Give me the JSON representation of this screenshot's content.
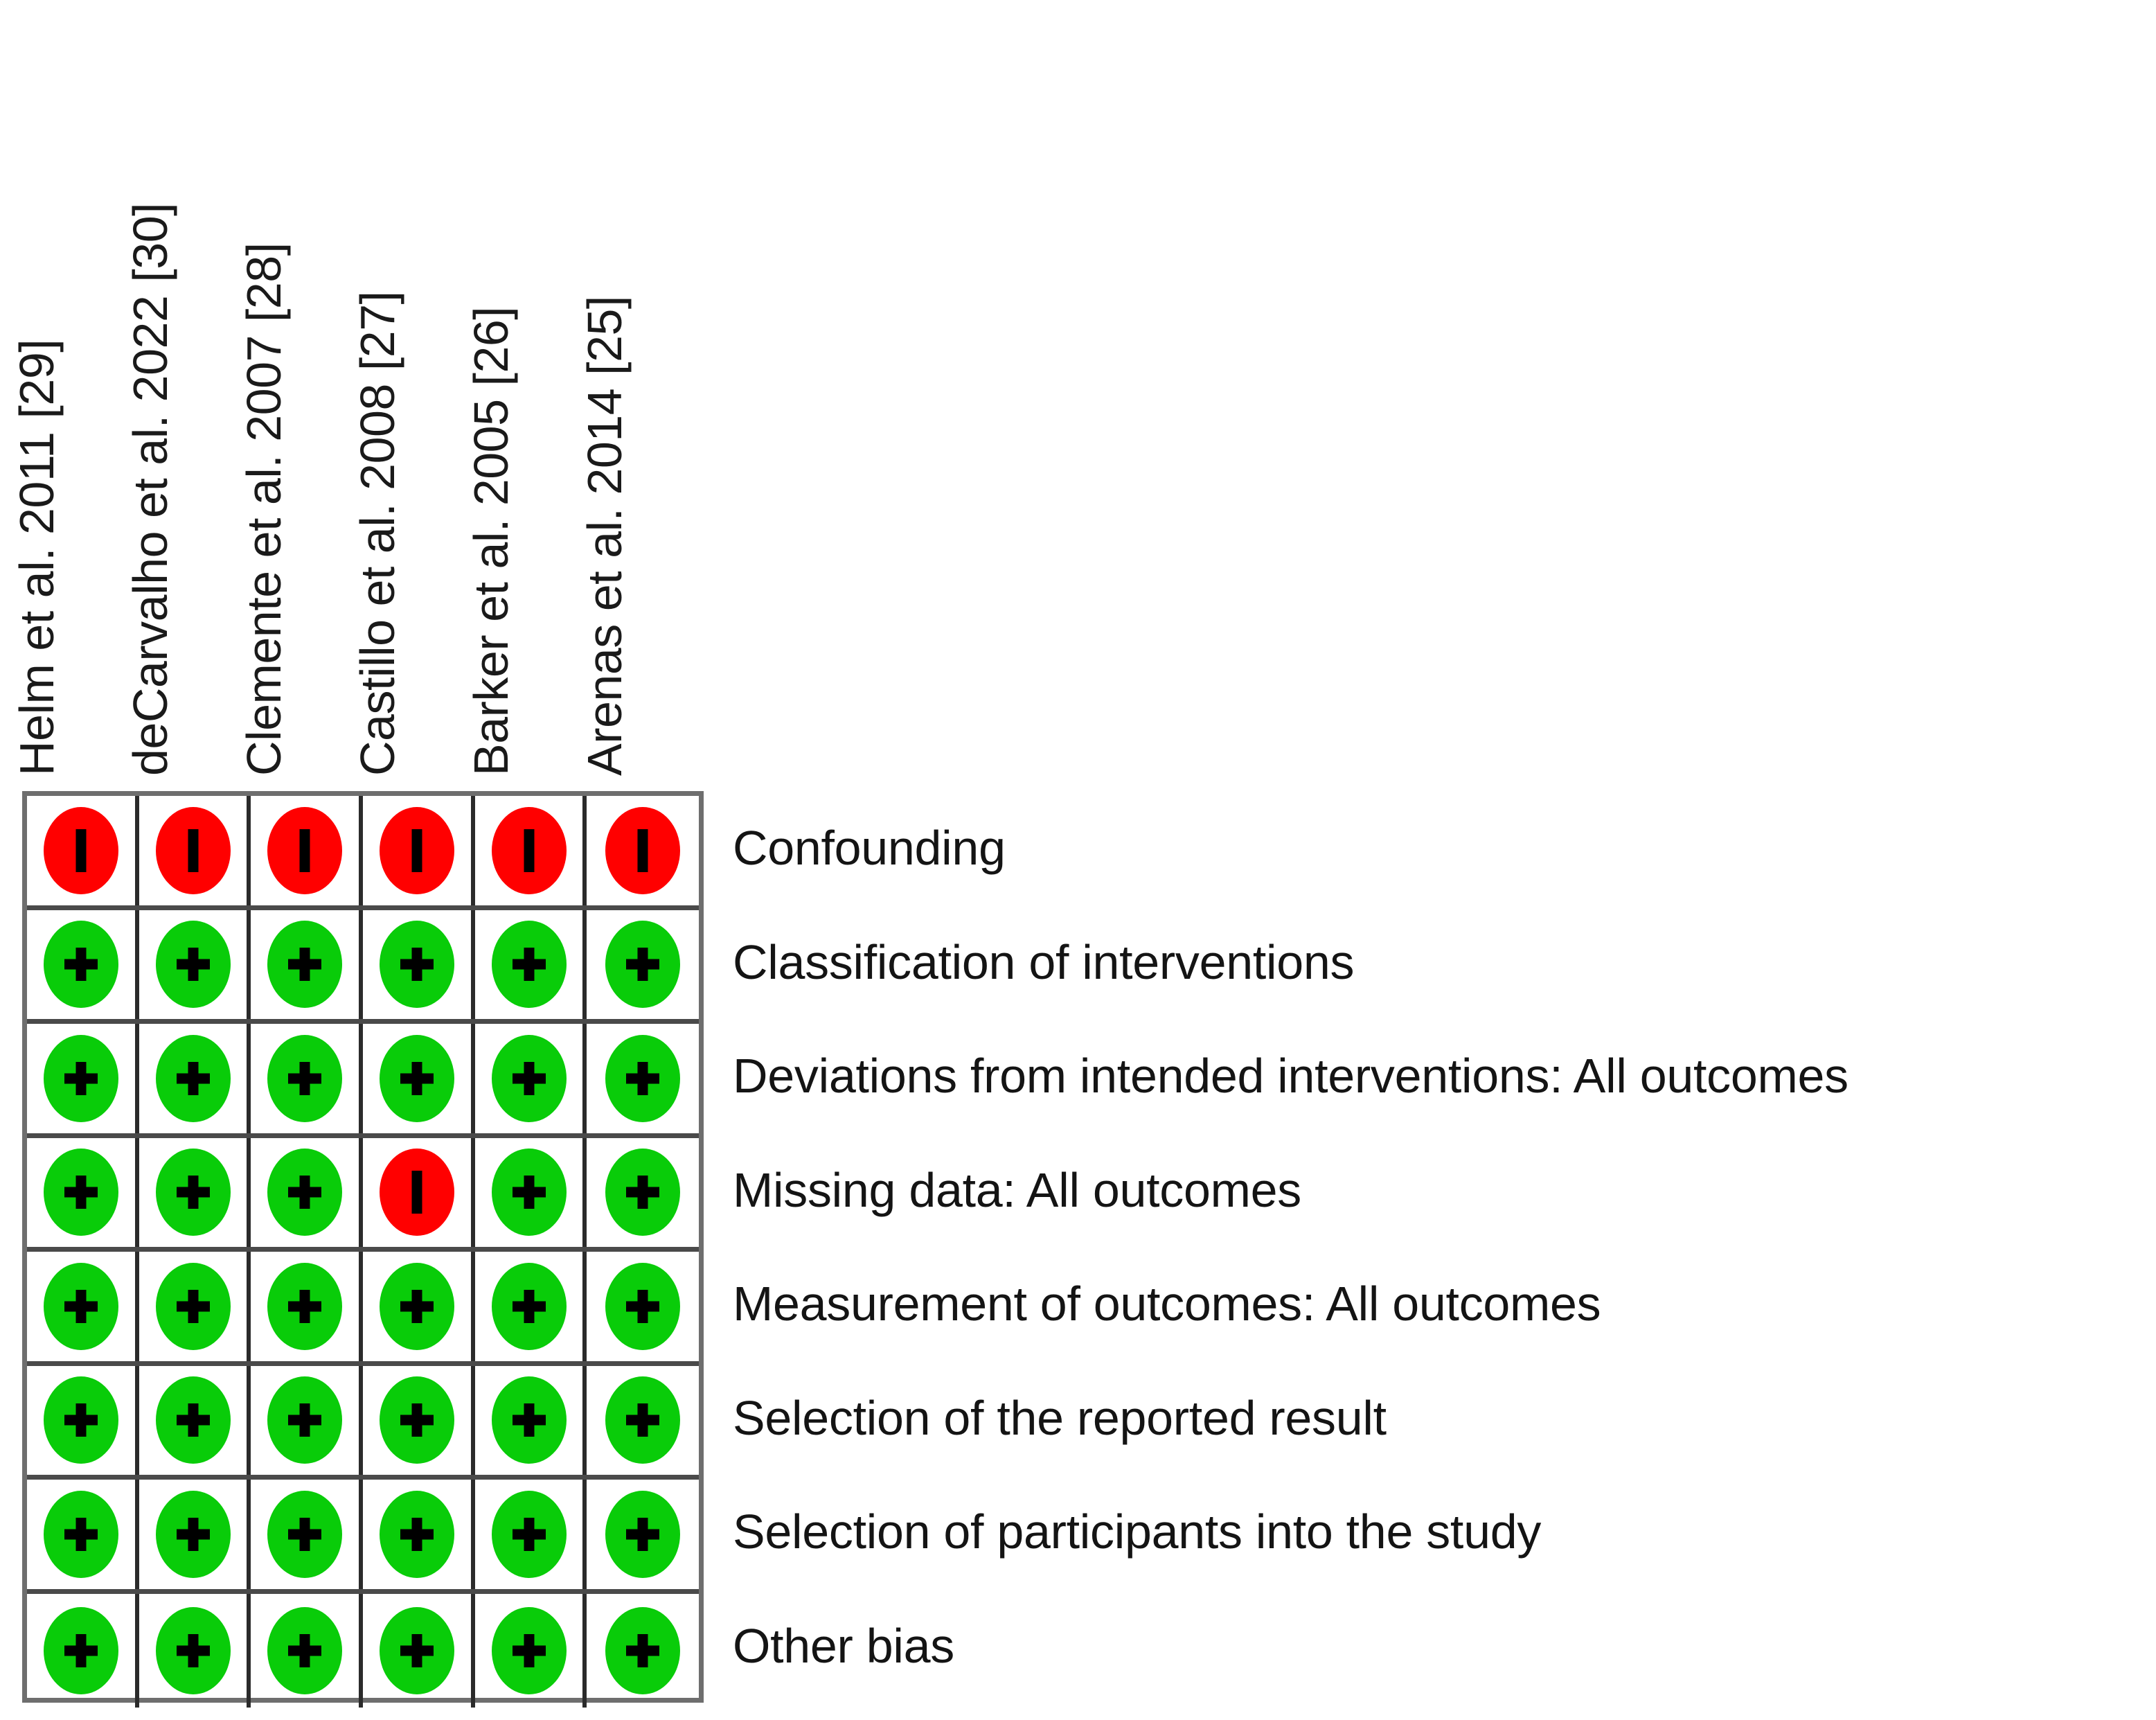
{
  "figure": {
    "type": "risk-of-bias-summary",
    "colors": {
      "low_risk": "#09CC09",
      "serious_risk": "#FF0000",
      "grid_border": "#6E6E6E",
      "grid_line": "#2B2B2B",
      "text": "#141414"
    },
    "legend_glyphs": {
      "low_risk": "+",
      "serious_risk": "-"
    }
  },
  "studies": [
    {
      "label": "Helm et al. 2011 [29]"
    },
    {
      "label": "deCarvalho et al. 2022 [30]"
    },
    {
      "label": "Clemente et al. 2007 [28]"
    },
    {
      "label": "Castillo et al. 2008 [27]"
    },
    {
      "label": "Barker et al. 2005 [26]"
    },
    {
      "label": "Arenas et al. 2014 [25]"
    }
  ],
  "domains": [
    {
      "label": "Confounding"
    },
    {
      "label": "Classification of interventions"
    },
    {
      "label": "Deviations from intended interventions: All outcomes"
    },
    {
      "label": "Missing data: All outcomes"
    },
    {
      "label": "Measurement of outcomes: All outcomes"
    },
    {
      "label": "Selection of the reported result"
    },
    {
      "label": "Selection of participants into the study"
    },
    {
      "label": "Other bias"
    }
  ],
  "chart_data": {
    "type": "heatmap",
    "title": "",
    "xlabel": "",
    "ylabel": "",
    "categories": [
      "Helm et al. 2011 [29]",
      "deCarvalho et al. 2022 [30]",
      "Clemente et al. 2007 [28]",
      "Castillo et al. 2008 [27]",
      "Barker et al. 2005 [26]",
      "Arenas et al. 2014 [25]"
    ],
    "rows": [
      "Confounding",
      "Classification of interventions",
      "Deviations from intended interventions: All outcomes",
      "Missing data: All outcomes",
      "Measurement of outcomes: All outcomes",
      "Selection of the reported result",
      "Selection of participants into the study",
      "Other bias"
    ],
    "values": [
      [
        "high",
        "high",
        "high",
        "high",
        "high",
        "high"
      ],
      [
        "low",
        "low",
        "low",
        "low",
        "low",
        "low"
      ],
      [
        "low",
        "low",
        "low",
        "low",
        "low",
        "low"
      ],
      [
        "low",
        "low",
        "low",
        "high",
        "low",
        "low"
      ],
      [
        "low",
        "low",
        "low",
        "low",
        "low",
        "low"
      ],
      [
        "low",
        "low",
        "low",
        "low",
        "low",
        "low"
      ],
      [
        "low",
        "low",
        "low",
        "low",
        "low",
        "low"
      ],
      [
        "low",
        "low",
        "low",
        "low",
        "low",
        "low"
      ]
    ],
    "value_legend": {
      "low": "+",
      "high": "-"
    },
    "grid": true,
    "legend_position": "none"
  }
}
